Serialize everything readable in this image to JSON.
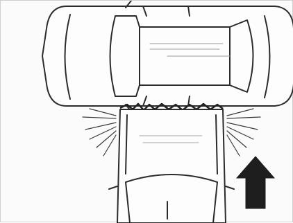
{
  "diagram": {
    "scene": "side-impact-collision",
    "line_color": "#2b2b2b",
    "background_color": "#fbfbfb",
    "arrow_color": "#1e1e1e",
    "icons": [
      "car-top-view",
      "impact-rays",
      "direction-arrow-up"
    ]
  }
}
